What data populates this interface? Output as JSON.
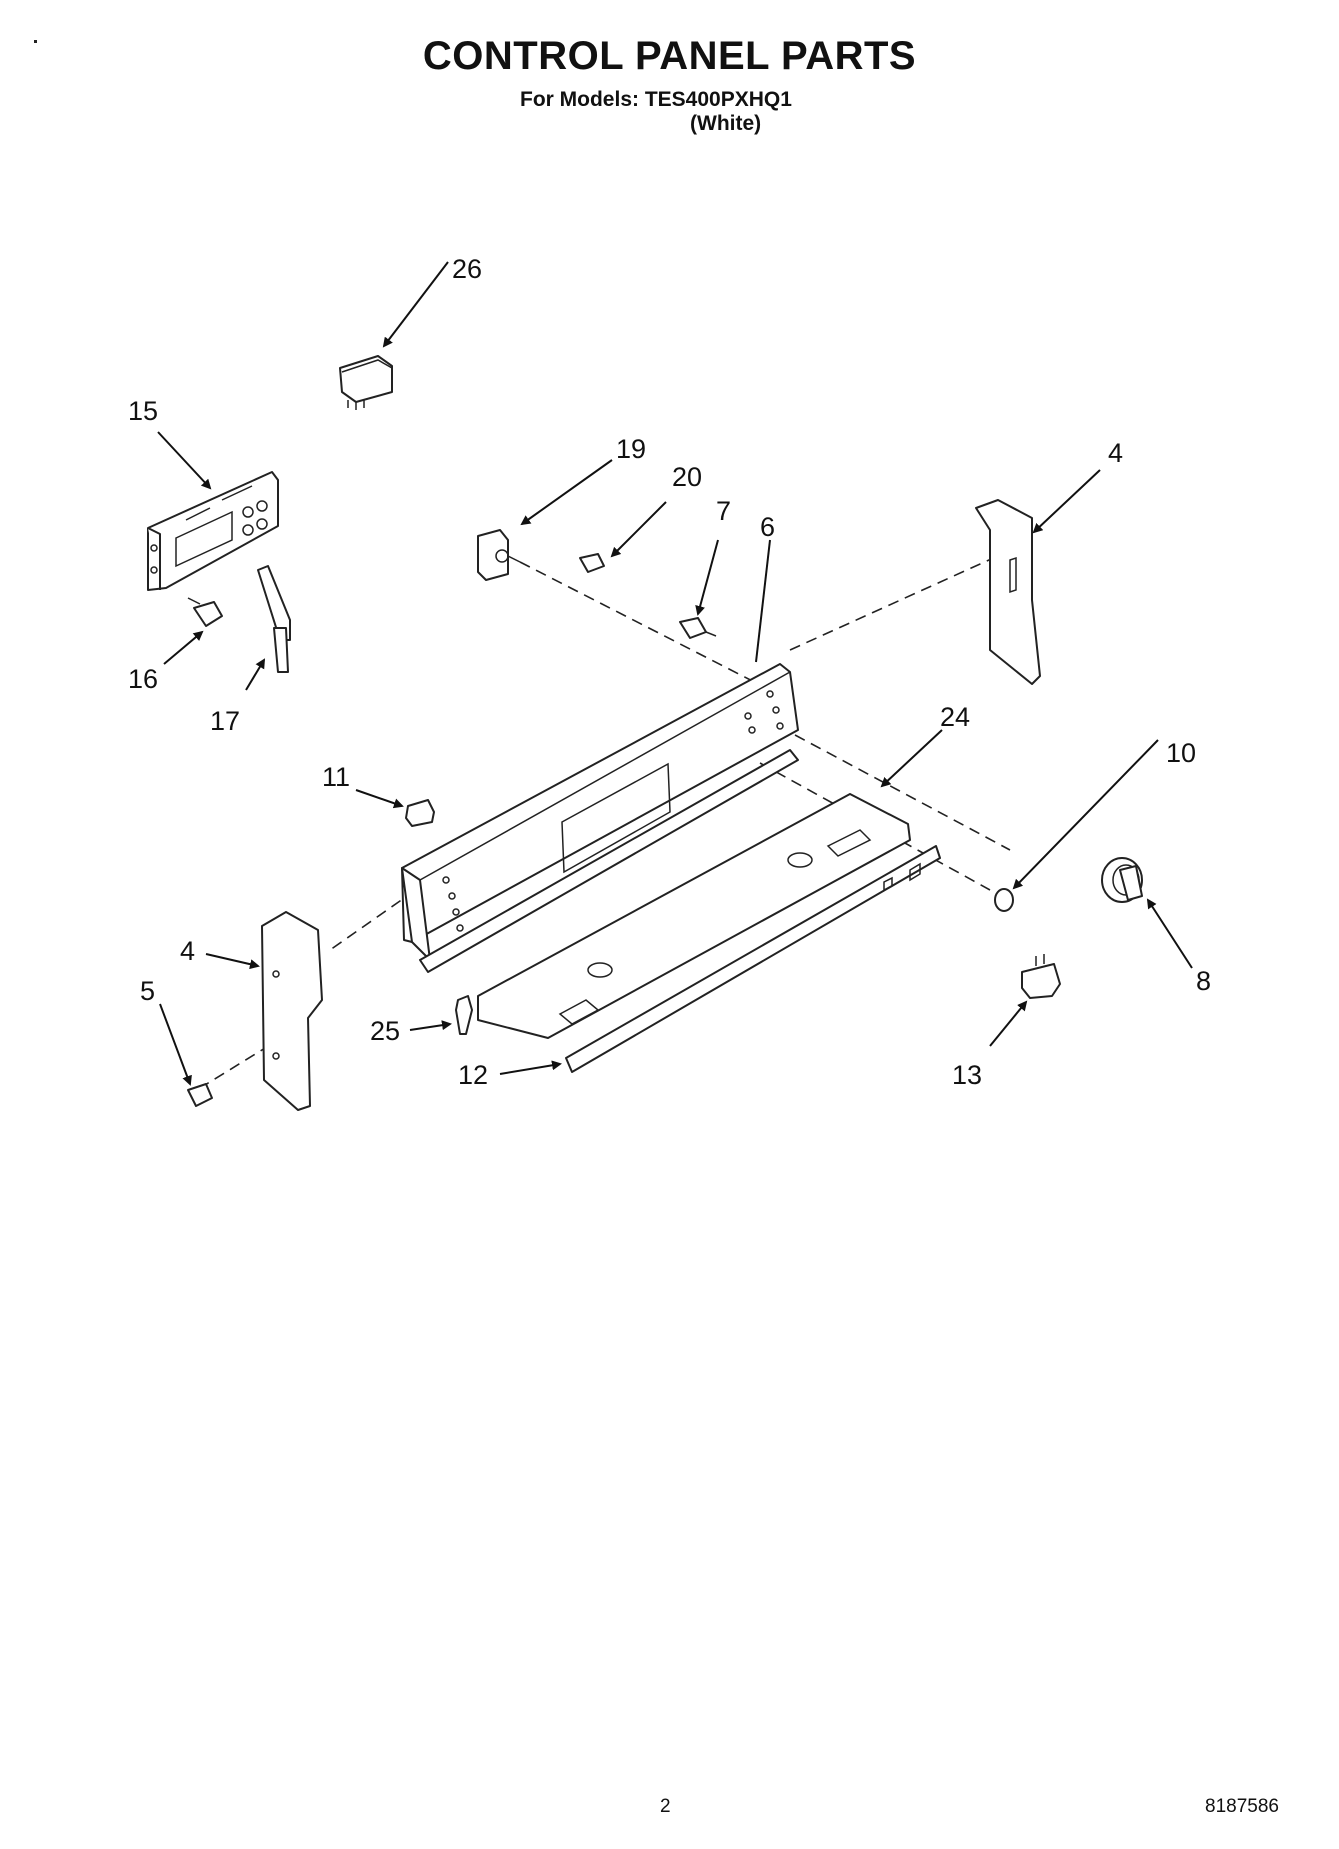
{
  "header": {
    "title": "CONTROL PANEL PARTS",
    "models_line": "For Models: TES400PXHQ1",
    "color_line": "(White)"
  },
  "callouts": {
    "p26": "26",
    "p15": "15",
    "p19": "19",
    "p20": "20",
    "p7": "7",
    "p6": "6",
    "p4a": "4",
    "p16": "16",
    "p17": "17",
    "p24": "24",
    "p10": "10",
    "p11": "11",
    "p4b": "4",
    "p5": "5",
    "p8": "8",
    "p25": "25",
    "p12": "12",
    "p13": "13"
  },
  "footer": {
    "page_number": "2",
    "document_number": "8187586"
  }
}
